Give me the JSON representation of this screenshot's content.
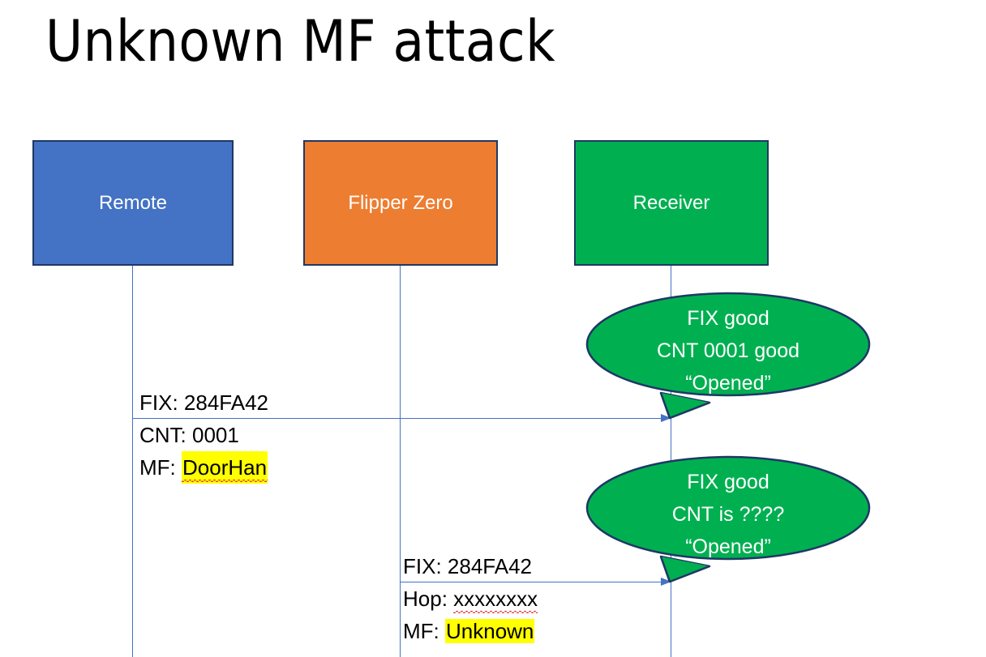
{
  "slide": {
    "title": "Unknown MF attack",
    "background": "#ffffff"
  },
  "colors": {
    "remote_fill": "#4472C4",
    "flipper_fill": "#ED7D31",
    "receiver_fill": "#00B050",
    "box_border": "#1F3864",
    "lifeline": "#4472C4",
    "arrow": "#4472C4",
    "highlight": "#FFFF00",
    "bubble_fill": "#00B050",
    "bubble_border": "#1F3864",
    "spellcheck_underline": "#E03030"
  },
  "actors": [
    {
      "id": "remote",
      "label": "Remote"
    },
    {
      "id": "flipper",
      "label": "Flipper Zero"
    },
    {
      "id": "receiver",
      "label": "Receiver"
    }
  ],
  "messages": [
    {
      "id": "msg-1",
      "from": "remote",
      "to": "receiver",
      "lines": [
        {
          "label": "FIX:",
          "value": "284FA42",
          "highlight": false,
          "squiggle": false
        },
        {
          "label": "CNT:",
          "value": "0001",
          "highlight": false,
          "squiggle": false
        },
        {
          "label": "MF:",
          "value": "DoorHan",
          "highlight": true,
          "squiggle": true
        }
      ]
    },
    {
      "id": "msg-2",
      "from": "flipper",
      "to": "receiver",
      "lines": [
        {
          "label": "FIX:",
          "value": "284FA42",
          "highlight": false,
          "squiggle": false
        },
        {
          "label": "Hop:",
          "value": "xxxxxxxx",
          "highlight": false,
          "squiggle": true
        },
        {
          "label": "MF:",
          "value": "Unknown",
          "highlight": true,
          "squiggle": false
        }
      ]
    }
  ],
  "bubbles": [
    {
      "id": "bubble-1",
      "owner": "receiver",
      "lines": [
        "FIX good",
        "CNT 0001 good",
        "“Opened”"
      ]
    },
    {
      "id": "bubble-2",
      "owner": "receiver",
      "lines": [
        "FIX good",
        "CNT is ????",
        "“Opened”"
      ]
    }
  ]
}
